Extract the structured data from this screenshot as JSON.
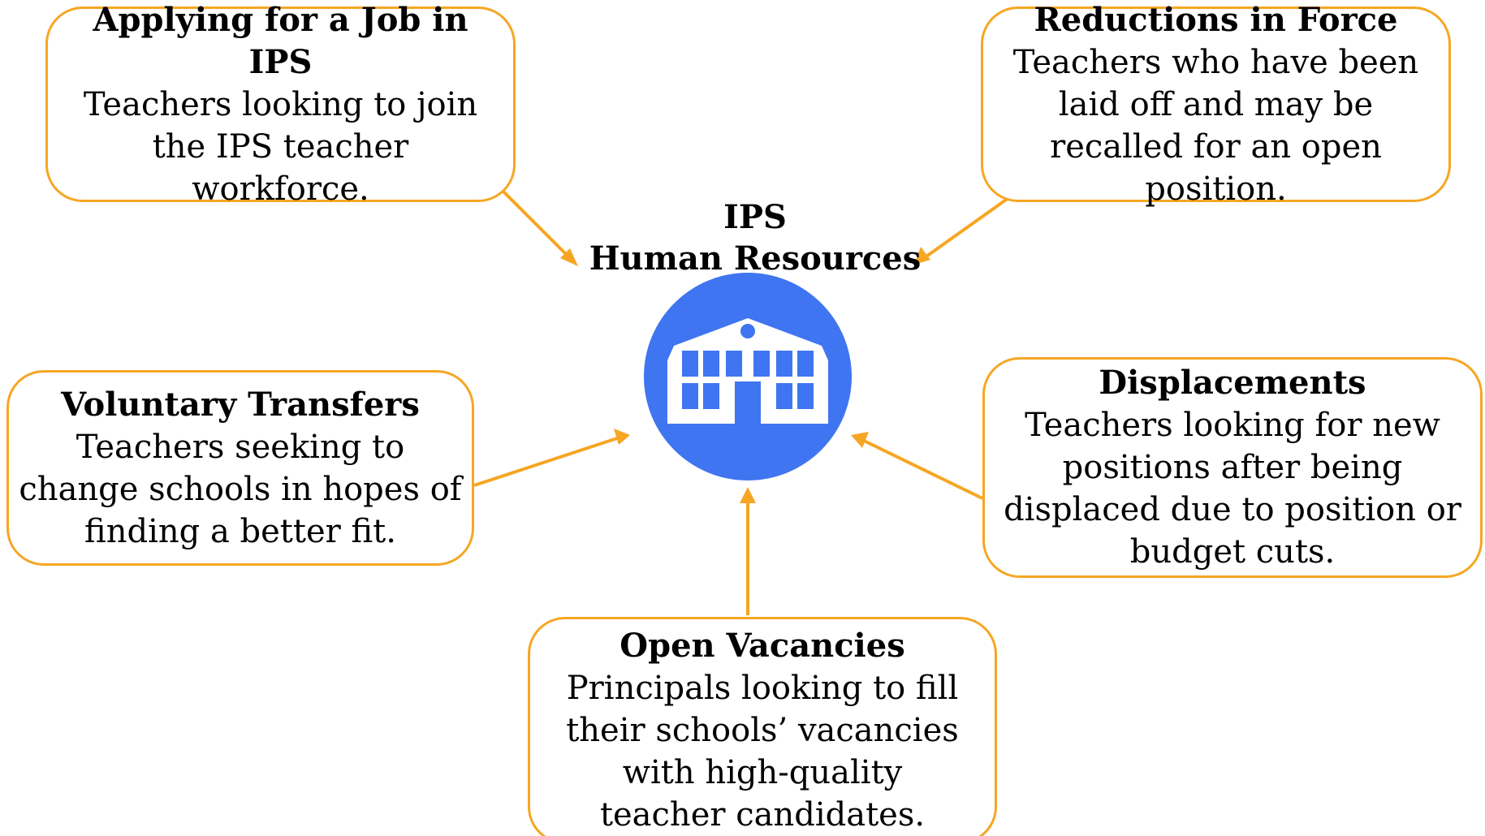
{
  "center": {
    "title_line1": "IPS",
    "title_line2": "Human Resources",
    "icon": "school-building-icon",
    "icon_color": "#3f75f0"
  },
  "boxes": {
    "applying": {
      "title": "Applying for a Job in IPS",
      "description": "Teachers looking to join the IPS teacher workforce."
    },
    "reductions": {
      "title": "Reductions in Force",
      "description": "Teachers who have been laid off and may be recalled for an open position."
    },
    "voluntary": {
      "title": "Voluntary Transfers",
      "description": "Teachers seeking to change schools in hopes of finding a better fit."
    },
    "displacements": {
      "title": "Displacements",
      "description": "Teachers looking for new positions after being displaced due to position or budget cuts."
    },
    "open_vacancies": {
      "title": "Open Vacancies",
      "description": "Principals looking to fill their schools’ vacancies with high-quality teacher candidates."
    }
  },
  "colors": {
    "border": "#f6a623",
    "arrow": "#f6a623",
    "icon_circle": "#3f75f0"
  }
}
